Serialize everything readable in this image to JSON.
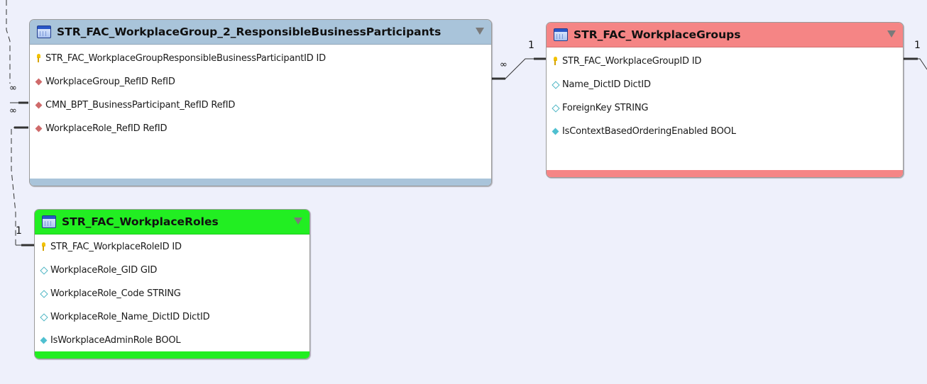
{
  "colors": {
    "background": "#eef0fb",
    "participants_header": "#a9c4da",
    "groups_header": "#f58585",
    "roles_header": "#22ee22"
  },
  "tables": {
    "participants": {
      "title": "STR_FAC_WorkplaceGroup_2_ResponsibleBusinessParticipants",
      "columns": [
        {
          "icon": "primary-key-icon",
          "text": "STR_FAC_WorkplaceGroupResponsibleBusinessParticipantID ID"
        },
        {
          "icon": "foreign-key-icon",
          "text": "WorkplaceGroup_RefID RefID"
        },
        {
          "icon": "foreign-key-icon",
          "text": "CMN_BPT_BusinessParticipant_RefID RefID"
        },
        {
          "icon": "foreign-key-icon",
          "text": "WorkplaceRole_RefID RefID"
        }
      ]
    },
    "groups": {
      "title": "STR_FAC_WorkplaceGroups",
      "columns": [
        {
          "icon": "primary-key-icon",
          "text": "STR_FAC_WorkplaceGroupID ID"
        },
        {
          "icon": "column-icon",
          "text": "Name_DictID DictID"
        },
        {
          "icon": "column-icon",
          "text": "ForeignKey STRING"
        },
        {
          "icon": "not-null-column-icon",
          "text": "IsContextBasedOrderingEnabled BOOL"
        }
      ]
    },
    "roles": {
      "title": "STR_FAC_WorkplaceRoles",
      "columns": [
        {
          "icon": "primary-key-icon",
          "text": "STR_FAC_WorkplaceRoleID ID"
        },
        {
          "icon": "column-icon",
          "text": "WorkplaceRole_GID GID"
        },
        {
          "icon": "column-icon",
          "text": "WorkplaceRole_Code STRING"
        },
        {
          "icon": "column-icon",
          "text": "WorkplaceRole_Name_DictID DictID"
        },
        {
          "icon": "not-null-column-icon",
          "text": "IsWorkplaceAdminRole BOOL"
        }
      ]
    }
  },
  "relations": {
    "many_symbol": "∞",
    "one_symbol": "1"
  }
}
